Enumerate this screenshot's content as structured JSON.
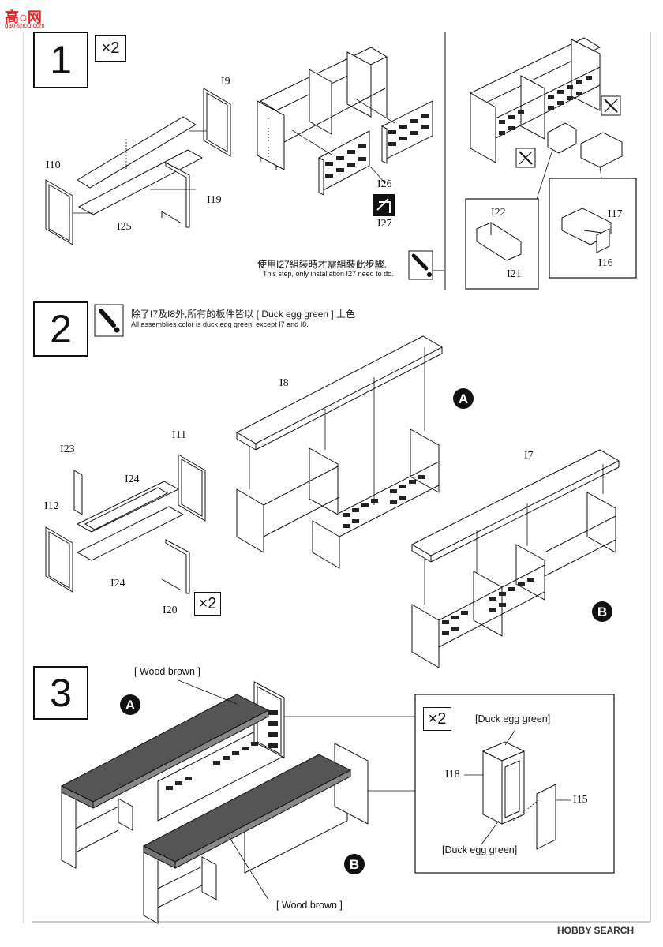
{
  "watermark": {
    "site": "高○网",
    "url": "gao-shou.com"
  },
  "steps": [
    {
      "number": "1",
      "multiplier": "×2"
    },
    {
      "number": "2",
      "multiplier": "×2"
    },
    {
      "number": "3",
      "multiplier": "×2"
    }
  ],
  "step1": {
    "labels": {
      "I9": "I9",
      "I10": "I10",
      "I25": "I25",
      "I19": "I19",
      "I26": "I26",
      "I27": "I27",
      "I22": "I22",
      "I21": "I21",
      "I17": "I17",
      "I16": "I16"
    },
    "note_cn": "使用I27組裝時才需組裝此步驟.",
    "note_en": "This step, only installation I27 need to do."
  },
  "step2": {
    "note_cn": "除了I7及I8外,所有的板件皆以 [ Duck egg green ] 上色",
    "note_en": "All assemblies color is duck egg green, except I7 and I8.",
    "labels": {
      "I8": "I8",
      "I7": "I7",
      "I11": "I11",
      "I23": "I23",
      "I24a": "I24",
      "I12": "I12",
      "I24b": "I24",
      "I20": "I20"
    },
    "markers": {
      "A": "A",
      "B": "B"
    }
  },
  "step3": {
    "color_top": "[ Wood brown ]",
    "color_bottom": "[ Wood brown ]",
    "markers": {
      "A": "A",
      "B": "B"
    },
    "inset": {
      "color_top": "[Duck egg green]",
      "color_bottom": "[Duck egg green]",
      "labels": {
        "I18": "I18",
        "I15": "I15"
      }
    }
  },
  "footer": {
    "brand": "HOBBY SEARCH"
  }
}
